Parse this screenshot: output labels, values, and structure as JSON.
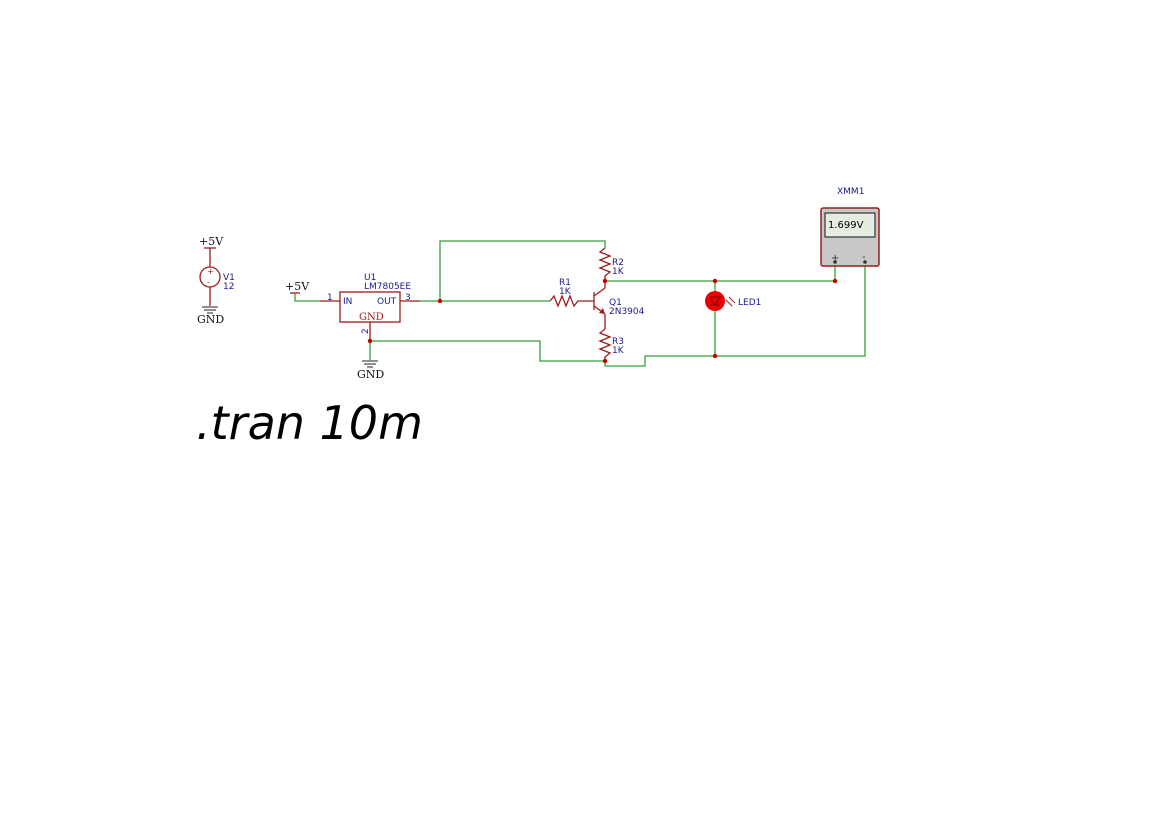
{
  "power": {
    "v1_rail": "+5V",
    "v1_name": "V1",
    "v1_value": "12",
    "v1_gnd": "GND",
    "in_rail": "+5V",
    "u1_gnd": "GND"
  },
  "regulator": {
    "name": "U1",
    "part": "LM7805EE",
    "pin_in_num": "1",
    "pin_in": "IN",
    "pin_out_num": "3",
    "pin_out": "OUT",
    "pin_gnd_num": "2",
    "pin_gnd": "GND"
  },
  "resistors": {
    "r1_name": "R1",
    "r1_value": "1K",
    "r2_name": "R2",
    "r2_value": "1K",
    "r3_name": "R3",
    "r3_value": "1K"
  },
  "transistor": {
    "name": "Q1",
    "part": "2N3904"
  },
  "led": {
    "name": "LED1",
    "color": "#ee0000"
  },
  "multimeter": {
    "name": "XMM1",
    "reading": "1.699V",
    "plus": "+",
    "minus": "-"
  },
  "directive": ".tran 10m",
  "colors": {
    "wire": "#3a9e3a",
    "component": "#9b1c1c",
    "junction": "#c00000",
    "label": "#1a1a8c"
  }
}
